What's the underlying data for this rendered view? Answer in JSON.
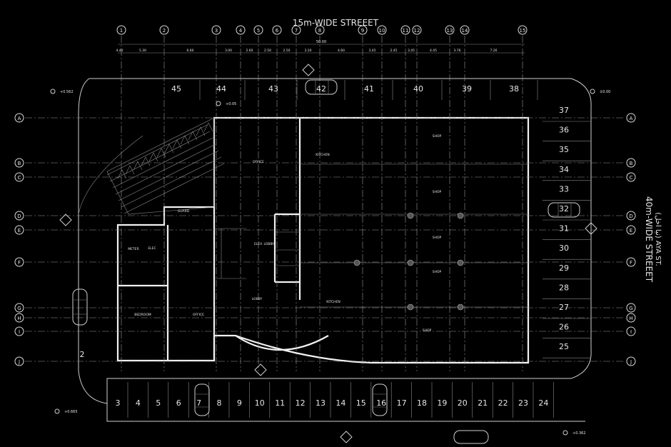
{
  "title_top": "15m-WIDE STREEET",
  "title_right": "40m-WIDE STREEET",
  "title_right_sub": "(نيا اخل) AYA ST.",
  "grid_columns": [
    "1",
    "2",
    "3",
    "4",
    "5",
    "6",
    "7",
    "8",
    "9",
    "10",
    "11",
    "12",
    "13",
    "14",
    "15"
  ],
  "grid_rows": [
    "A",
    "B",
    "C",
    "D",
    "E",
    "F",
    "G",
    "H",
    "I",
    "J"
  ],
  "top_dim_total": "50.00",
  "top_dims": [
    "4.40",
    "5.30",
    "6.60",
    "3.00",
    "2.60",
    "2.50",
    "2.50",
    "3.20",
    "4.60",
    "3.45",
    "2.45",
    "3.45",
    "4.45",
    "3.76",
    "7.26"
  ],
  "parking_top": [
    "45",
    "44",
    "43",
    "42",
    "41",
    "40",
    "39",
    "38"
  ],
  "parking_right": [
    "37",
    "36",
    "35",
    "34",
    "33",
    "32",
    "31",
    "30",
    "29",
    "28",
    "27",
    "26",
    "25"
  ],
  "parking_bottom": [
    "3",
    "4",
    "5",
    "6",
    "7",
    "8",
    "9",
    "10",
    "11",
    "12",
    "13",
    "14",
    "15",
    "16",
    "17",
    "18",
    "19",
    "20",
    "21",
    "22",
    "23",
    "24"
  ],
  "parking_left": [
    "2"
  ],
  "levels": [
    "±0.00",
    "+0.562",
    "+0.665",
    "+0.362",
    "+0.05"
  ],
  "room_labels": [
    "OFFICE",
    "KITCHEN",
    "SHOP",
    "SHOP",
    "SHOP",
    "SHOP",
    "SHOP",
    "METER",
    "ELEC",
    "GUARD",
    "ELEV. LOBBY",
    "LOBBY",
    "BEDROOM",
    "OFFICE",
    "KITCHEN"
  ]
}
